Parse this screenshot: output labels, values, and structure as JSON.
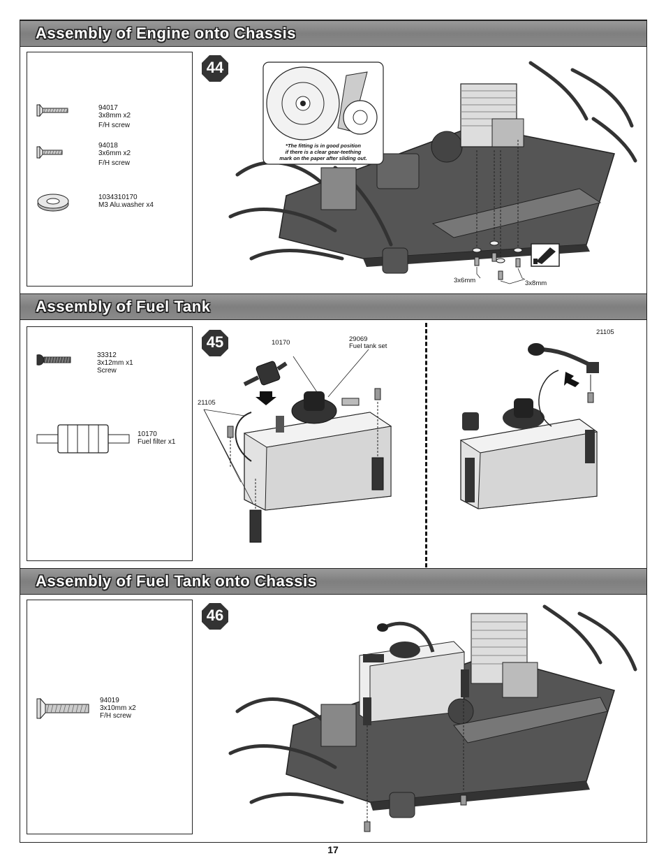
{
  "sections": [
    {
      "title": "Assembly of Engine onto Chassis",
      "step": "44",
      "parts": [
        {
          "code": "94017",
          "desc": "3x8mm x2",
          "name": "F/H screw",
          "icon": "flat-head-screw-icon"
        },
        {
          "code": "94018",
          "desc": "3x6mm x2",
          "name": "F/H screw",
          "icon": "flat-head-screw-icon"
        },
        {
          "code": "1034310170",
          "desc": "M3 Alu.washer x4",
          "icon": "washer-icon"
        }
      ],
      "note": [
        "*The fitting is in good position",
        "if there is a clear gear-teething",
        "mark on the paper after sliding out."
      ],
      "callouts": [
        "3x6mm",
        "3x8mm"
      ],
      "icons": [
        "threadlock-icon"
      ]
    },
    {
      "title": "Assembly of Fuel Tank",
      "step": "45",
      "parts": [
        {
          "code": "33312",
          "desc": "3x12mm x1",
          "name": "Screw",
          "icon": "round-head-screw-icon"
        },
        {
          "code": "10170",
          "desc": "Fuel filter x1",
          "icon": "fuel-filter-icon"
        }
      ],
      "callouts": {
        "filter": "10170",
        "tank_code": "29069",
        "tank_name": "Fuel tank set",
        "line_left": "21105",
        "line_right": "21105"
      }
    },
    {
      "title": "Assembly of Fuel Tank onto Chassis",
      "step": "46",
      "parts": [
        {
          "code": "94019",
          "desc": "3x10mm x2",
          "name": "F/H screw",
          "icon": "flat-head-screw-icon"
        }
      ]
    }
  ],
  "page_number": "17",
  "colors": {
    "header_bg": "#8a8a8a",
    "header_text": "#ffffff",
    "badge_bg": "#333333"
  }
}
